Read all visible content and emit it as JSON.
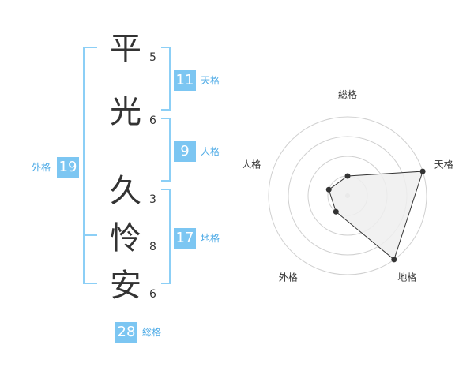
{
  "name": {
    "chars": [
      {
        "char": "平",
        "strokes": "5"
      },
      {
        "char": "光",
        "strokes": "6"
      },
      {
        "char": "久",
        "strokes": "3"
      },
      {
        "char": "怜",
        "strokes": "8"
      },
      {
        "char": "安",
        "strokes": "6"
      }
    ]
  },
  "kakusu": {
    "tenkaku": {
      "value": "11",
      "label": "天格"
    },
    "jinkaku": {
      "value": "9",
      "label": "人格"
    },
    "chikaku": {
      "value": "17",
      "label": "地格"
    },
    "gaikaku": {
      "value": "19",
      "label": "外格"
    },
    "soukaku": {
      "value": "28",
      "label": "総格"
    }
  },
  "chart_data": {
    "type": "radar",
    "axes": [
      "総格",
      "天格",
      "地格",
      "外格",
      "人格"
    ],
    "values": [
      1,
      4,
      4,
      1,
      1
    ],
    "max": 4,
    "rings": 4,
    "fill_color": "#eeeeee",
    "line_color": "#333333"
  }
}
